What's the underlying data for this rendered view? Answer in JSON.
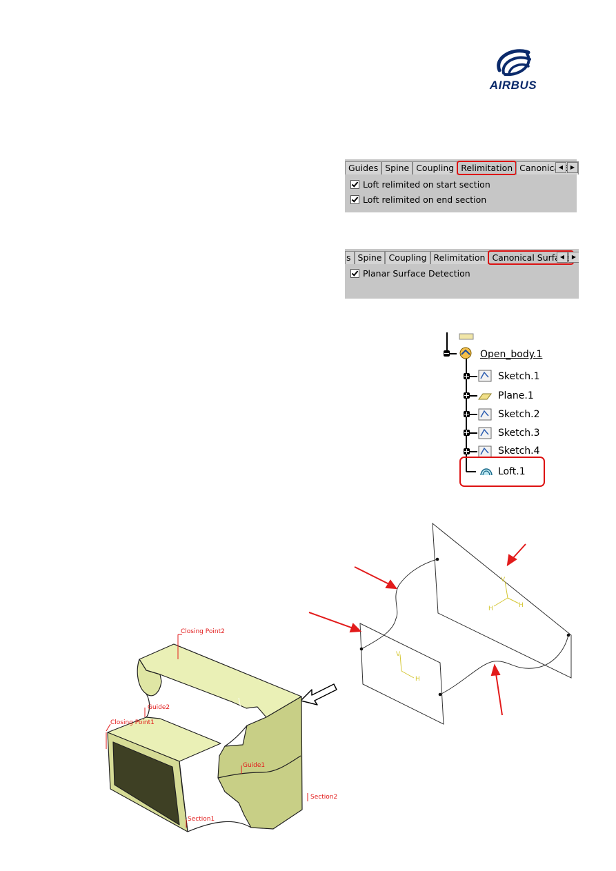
{
  "logo": {
    "brand_text": "AIRBUS",
    "brand_color": "#0b2a6b"
  },
  "relimitation_panel": {
    "tabs": [
      "Guides",
      "Spine",
      "Coupling",
      "Relimitation",
      "Canonical Su"
    ],
    "selected_tab": "Relimitation",
    "options": [
      {
        "label": "Loft relimited on start section",
        "checked": true
      },
      {
        "label": "Loft relimited on end section",
        "checked": true
      }
    ]
  },
  "canonical_panel": {
    "tabs": [
      "s",
      "Spine",
      "Coupling",
      "Relimitation",
      "Canonical Surface"
    ],
    "selected_tab": "Canonical Surface",
    "options": [
      {
        "label": "Planar Surface Detection",
        "checked": true
      }
    ]
  },
  "spec_tree": {
    "nodes": [
      {
        "label": "Open_body.1",
        "icon": "open-body-icon"
      },
      {
        "label": "Sketch.1",
        "icon": "sketch-icon"
      },
      {
        "label": "Plane.1",
        "icon": "plane-icon"
      },
      {
        "label": "Sketch.2",
        "icon": "sketch-icon"
      },
      {
        "label": "Sketch.3",
        "icon": "sketch-icon"
      },
      {
        "label": "Sketch.4",
        "icon": "sketch-icon"
      },
      {
        "label": "Loft.1",
        "icon": "loft-icon"
      }
    ]
  },
  "sketch_view": {
    "axis_labels": {
      "v": "V",
      "h": "H"
    }
  },
  "solid_view": {
    "labels": {
      "closing_point2": "Closing Point2",
      "closing_point1": "Closing Point1",
      "guide2": "Guide2",
      "guide1": "Guide1",
      "section1": "Section1",
      "section2": "Section2"
    }
  },
  "colors": {
    "highlight": "#d11111",
    "arrow": "#e21b1b",
    "solid_fill": "#e3e8b0",
    "panel_bg": "#c6c6c6"
  }
}
